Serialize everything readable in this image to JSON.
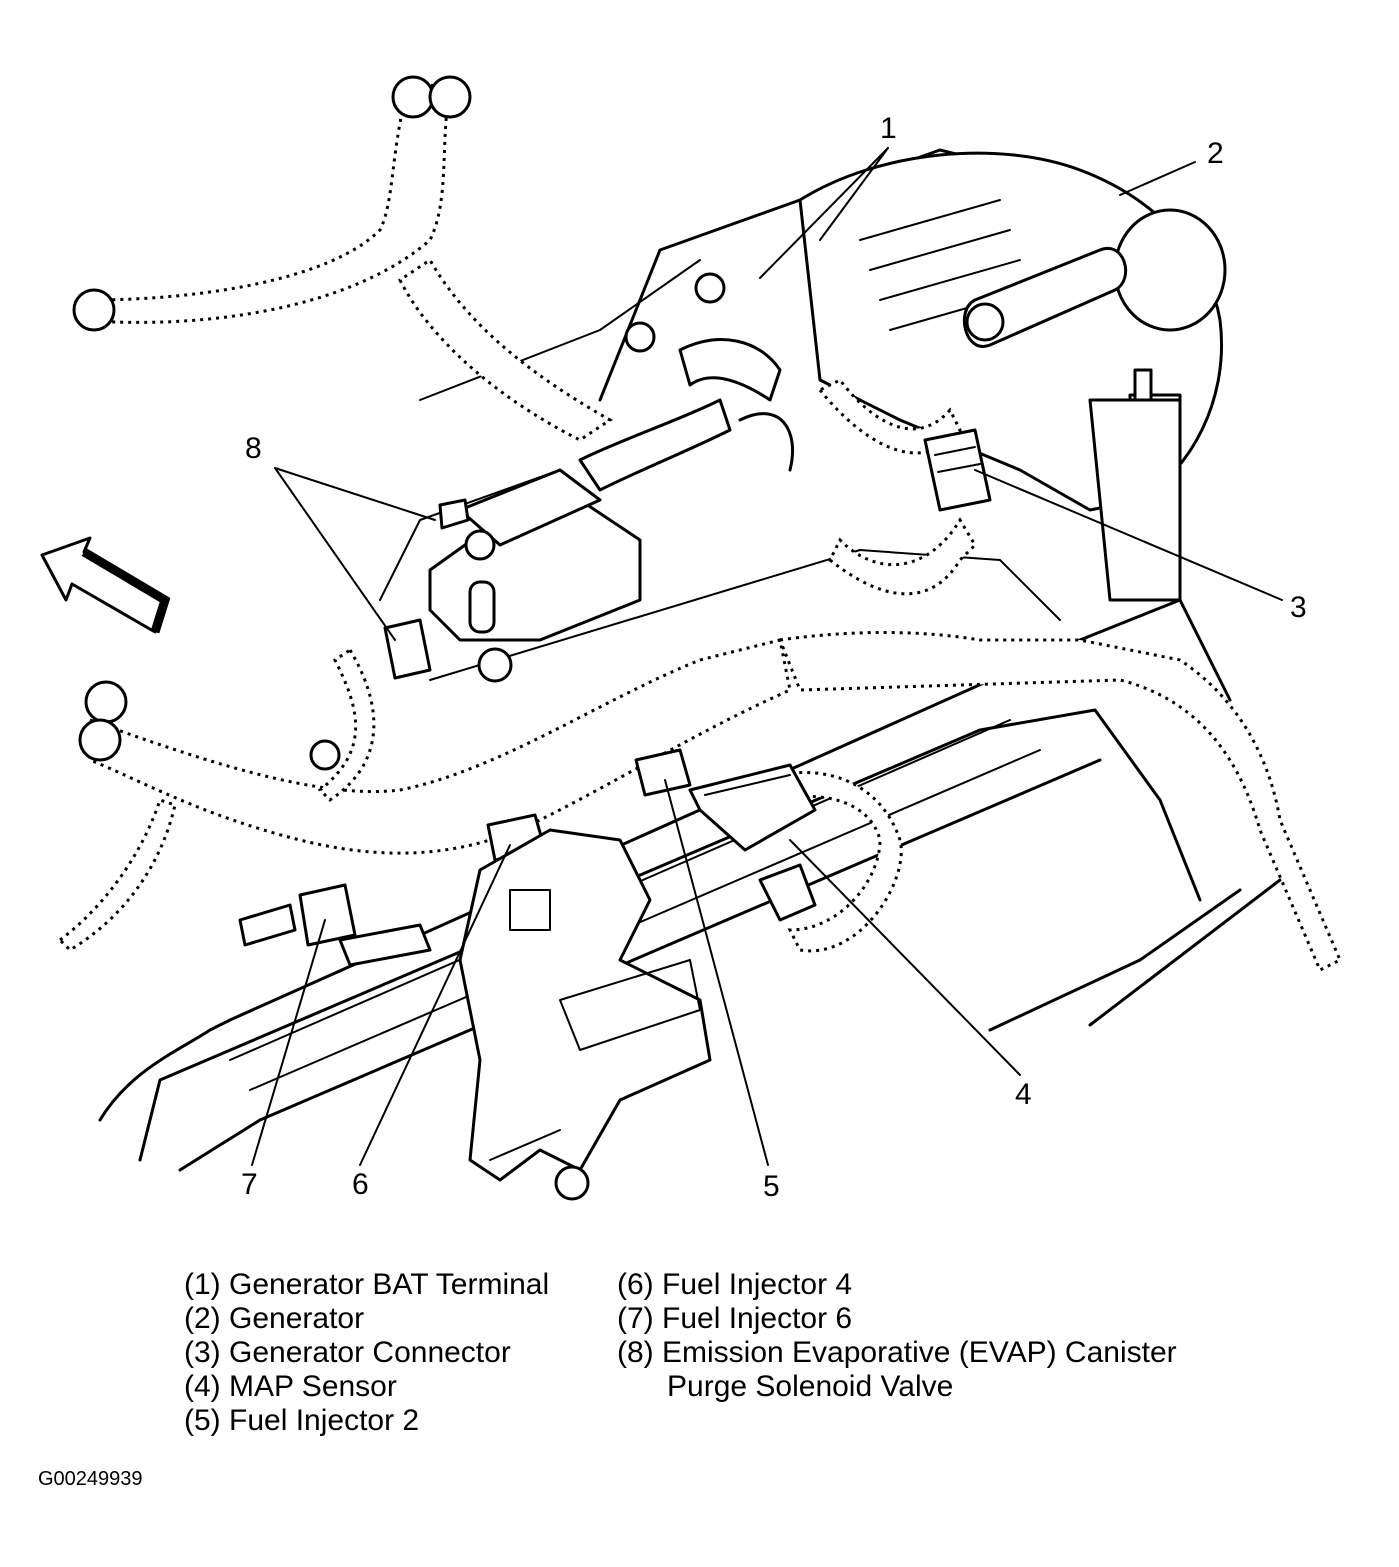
{
  "callouts": [
    "1",
    "2",
    "3",
    "4",
    "5",
    "6",
    "7",
    "8"
  ],
  "legend": {
    "left": [
      "(1) Generator BAT Terminal",
      "(2) Generator",
      "(3) Generator Connector",
      "(4) MAP Sensor",
      "(5) Fuel Injector 2"
    ],
    "right": [
      "(6) Fuel Injector 4",
      "(7) Fuel Injector 6",
      "(8) Emission Evaporative (EVAP) Canister",
      "      Purge Solenoid Valve"
    ]
  },
  "figure_id": "G00249939"
}
